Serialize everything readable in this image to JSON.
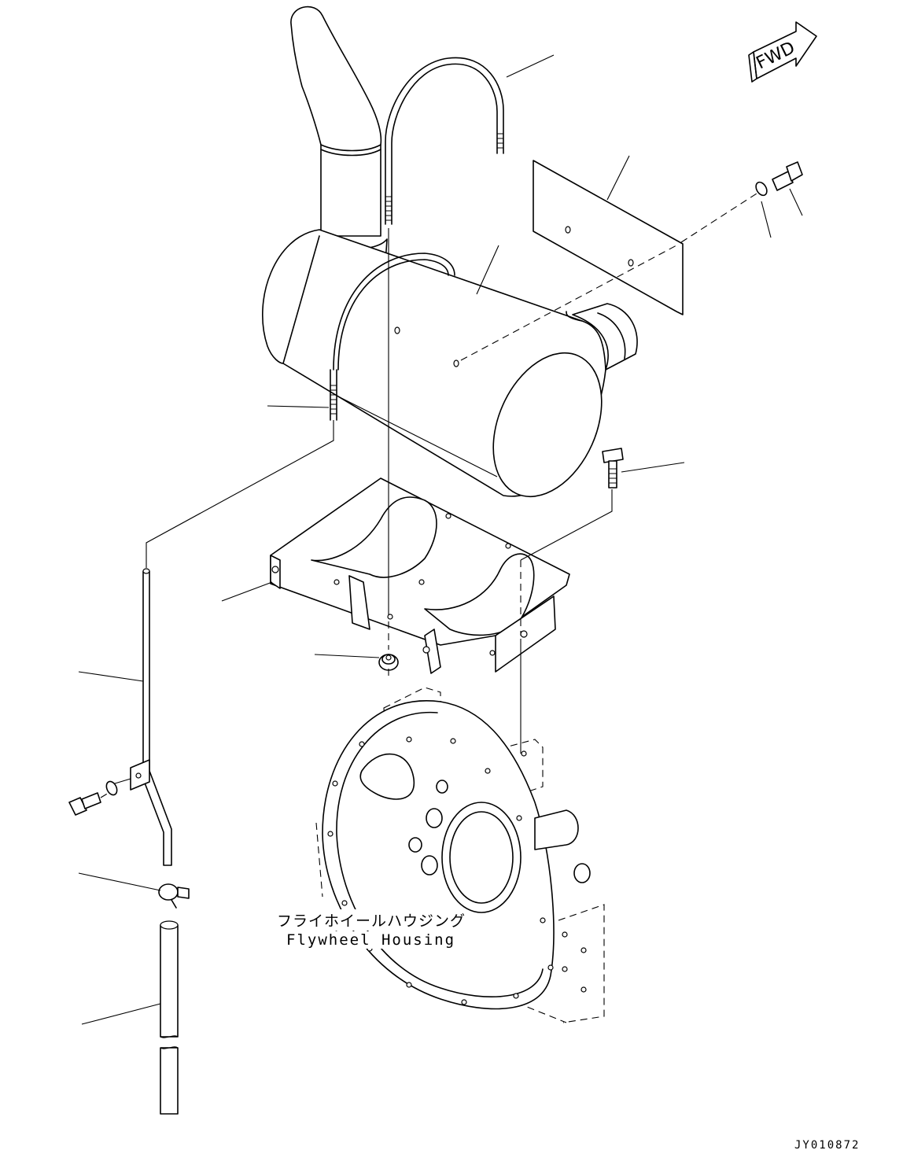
{
  "diagram": {
    "direction_arrow": {
      "text": "FWD",
      "icon": "forward-arrow-icon"
    },
    "housing_label": {
      "japanese": "フライホイールハウジング",
      "english": "Flywheel Housing"
    },
    "drawing_number": "JY010872",
    "parts": [
      {
        "icon": "exhaust-stack-icon"
      },
      {
        "icon": "u-bolt-icon"
      },
      {
        "icon": "heat-shield-plate-icon"
      },
      {
        "icon": "washer-icon"
      },
      {
        "icon": "bolt-icon"
      },
      {
        "icon": "muffler-icon"
      },
      {
        "icon": "muffler-bracket-icon"
      },
      {
        "icon": "flange-nut-icon"
      },
      {
        "icon": "drain-tube-icon"
      },
      {
        "icon": "hose-clamp-icon"
      },
      {
        "icon": "hose-icon"
      },
      {
        "icon": "flywheel-housing-icon"
      }
    ]
  }
}
